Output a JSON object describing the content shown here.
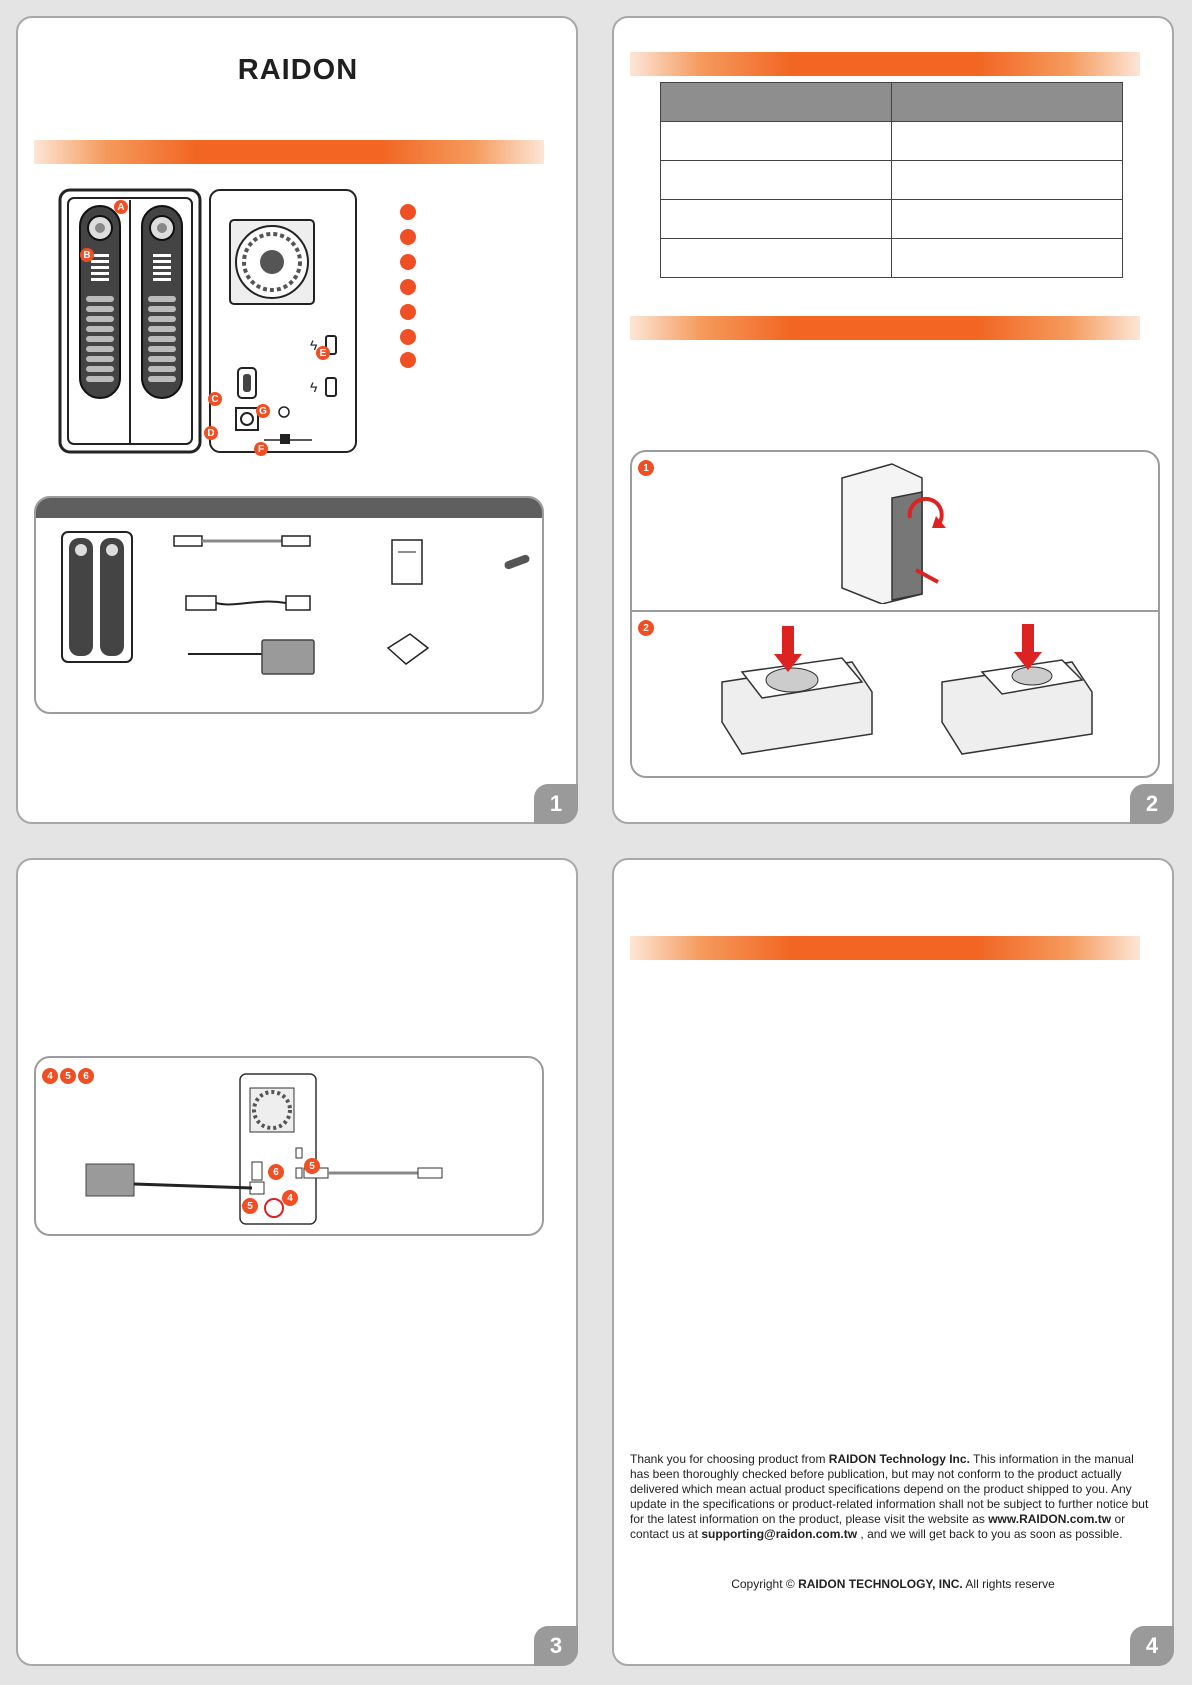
{
  "page1": {
    "brand": "RAIDON",
    "part_labels": [
      "A",
      "B",
      "C",
      "D",
      "E",
      "F",
      "G"
    ],
    "page_number": "1"
  },
  "page2": {
    "step_labels": [
      "1",
      "2"
    ],
    "page_number": "2"
  },
  "page3": {
    "step_labels": [
      "4",
      "5",
      "6"
    ],
    "callouts": [
      "6",
      "5",
      "5",
      "4"
    ],
    "page_number": "3"
  },
  "page4": {
    "disclaimer": {
      "t1": "Thank you for choosing product from ",
      "company": "RAIDON Technology Inc.",
      "t2": " This information in the manual has been thoroughly checked before publication, but may not conform to the product actually delivered which mean actual product specifications depend on the product shipped to you. Any update in the specifications or product-related information shall not be subject to further notice but for the latest information on the product, please visit the website as ",
      "website": "www.RAIDON.com.tw",
      "t3": " or contact us at ",
      "email": "supporting@raidon.com.tw",
      "t4": " , and we will get back to you as soon as possible."
    },
    "copyright": {
      "prefix": "Copyright © ",
      "company": "RAIDON TECHNOLOGY, INC.",
      "suffix": " All rights reserve"
    },
    "page_number": "4"
  },
  "colors": {
    "accent": "#f26522",
    "badge": "#f04e23",
    "header_gray": "#8e8e8e",
    "page_num_bg": "#9a9a9a"
  }
}
